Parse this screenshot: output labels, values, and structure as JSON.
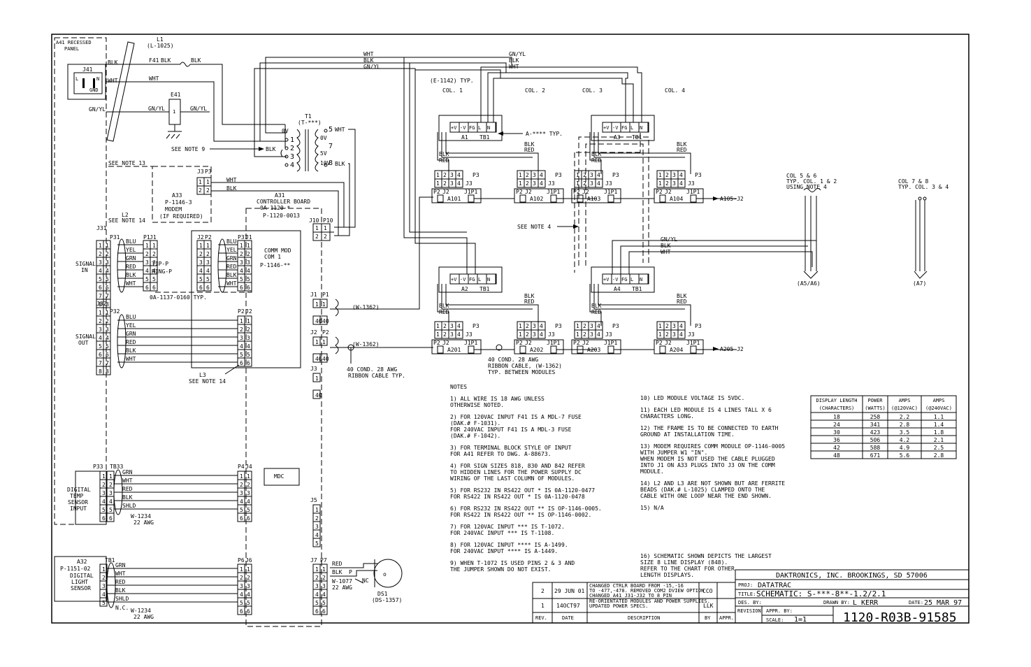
{
  "a41": {
    "title_1": "A41 RECESSED",
    "title_2": "PANEL",
    "l1": "L1",
    "l1_part": "(L-1025)",
    "j41": "J41",
    "l": "L",
    "n": "N",
    "gnd": "GND",
    "blk": "BLK",
    "wht": "WHT",
    "gnyl": "GN/YL",
    "f41": "F41",
    "e41": "E41",
    "note9": "SEE NOTE 9",
    "pin1": "1"
  },
  "transformer": {
    "name": "T1",
    "part": "(T-***)",
    "p1": "1",
    "p2": "2",
    "p3": "3",
    "p4": "4",
    "p5": "5",
    "p6": "6",
    "p7": "7",
    "p8": "8",
    "v0a": "0V",
    "v0b": "0V",
    "v5": "5V",
    "v10": "10V",
    "wht": "WHT",
    "blk": "BLK",
    "blk_in": "BLK"
  },
  "top_bus": {
    "wht": "WHT",
    "blk": "BLK",
    "gnyl": "GN/YL"
  },
  "modem": {
    "note13": "SEE NOTE 13",
    "j3": "J3",
    "p3": "P3",
    "name": "A33",
    "part": "P-1146-3",
    "label": "MODEM",
    "req": "(IF REQUIRED)",
    "wht": "WHT",
    "blk": "BLK",
    "pin1": "1",
    "pin2": "2"
  },
  "controller": {
    "name": "A31",
    "label": "CONTROLLER BOARD",
    "part_a": "0A-1120-*",
    "part_b": "P-1120-0013",
    "mdc": "MDC",
    "j10": "J10",
    "p10": "P10",
    "pin1": "1",
    "pin2": "2"
  },
  "comm_mod": {
    "label": "COMM MOD",
    "com": "COM 1",
    "part": "P-1146-**"
  },
  "signal_in": {
    "label_1": "SIGNAL",
    "label_2": "IN",
    "j31": "J31",
    "p31": "P31",
    "j1": "J1",
    "p1": "P1",
    "j2": "J2",
    "p2": "P2",
    "p31b": "P31",
    "j1b": "J1",
    "note14": "SEE NOTE 14",
    "l2": "L2",
    "wires": [
      "BLU",
      "YEL",
      "GRN",
      "RED",
      "BLK",
      "WHT"
    ],
    "tip": "TIP-P",
    "ring": "RING-P",
    "cable": "0A-1137-0160 TYP.",
    "pins": [
      "1",
      "2",
      "3",
      "4",
      "5",
      "6",
      "7",
      "8"
    ]
  },
  "signal_out": {
    "label_1": "SIGNAL",
    "label_2": "OUT",
    "j32": "J32",
    "p32": "P32",
    "p2": "P2",
    "j2": "J2",
    "wires": [
      "BLU",
      "YEL",
      "GRN",
      "RED",
      "BLK",
      "WHT"
    ],
    "l3": "L3",
    "note14": "SEE NOTE 14"
  },
  "temp_sensor": {
    "label": [
      "DIGITAL",
      "TEMP",
      "SENSOR",
      "INPUT"
    ],
    "p33": "P33",
    "tb33": "TB33",
    "p4": "P4",
    "j4": "J4",
    "wires": [
      "GRN",
      "WHT",
      "RED",
      "BLK",
      "SHLD"
    ],
    "cable": "W-1234",
    "awg": "22 AWG"
  },
  "light_sensor": {
    "name": "A32",
    "part": "P-1151-02",
    "label": [
      "DIGITAL",
      "LIGHT",
      "SENSOR"
    ],
    "tb1": "TB1",
    "p6": "P6",
    "j6": "J6",
    "wires": [
      "GRN",
      "WHT",
      "RED",
      "BLK",
      "SHLD"
    ],
    "nc": "N.C.",
    "cable": "W-1234",
    "awg": "22 AWG"
  },
  "ds1": {
    "j7": "J7",
    "p7": "P7",
    "red": "RED",
    "blk": "BLK",
    "p": "P",
    "nc": "NC",
    "cable": "W-1077",
    "awg": "22 AWG",
    "name": "DS1",
    "part": "(DS-1357)"
  },
  "ribbon": {
    "j1": "J1",
    "p1": "P1",
    "j2": "J2",
    "p2": "P2",
    "j3": "J3",
    "j5": "J5",
    "w1362": "(W-1362)",
    "w1362b": "(W-1362)",
    "pin1": "1",
    "pin40": "40",
    "cond": "40 COND. 28 AWG",
    "typ": "RIBBON CABLE TYP.",
    "between_1": "40 COND. 28 AWG",
    "between_2": "RIBBON CABLE, (W-1362)",
    "between_3": "TYP. BETWEEN MODULES"
  },
  "modules": {
    "e1142": "(E-1142) TYP.",
    "col1": "COL. 1",
    "col2": "COL. 2",
    "col3": "COL. 3",
    "col4": "COL. 4",
    "a_typ": "A-**** TYP.",
    "tb1": "TB1",
    "term": [
      "+V",
      "-V",
      "FG",
      "L",
      "N"
    ],
    "supplies": [
      "A1",
      "A2",
      "A3",
      "A4"
    ],
    "boards": [
      "A101",
      "A102",
      "A103",
      "A104",
      "A201",
      "A202",
      "A203",
      "A204"
    ],
    "p3": "P3",
    "j3": "J3",
    "p2": "P2",
    "j2": "J2",
    "j1": "J1",
    "p1": "P1",
    "pins": [
      "1",
      "2",
      "3",
      "4"
    ],
    "blk": "BLK",
    "red": "RED",
    "wht": "WHT",
    "gnyl": "GN/YL",
    "a105": "A105-J2",
    "a205": "A205-J2",
    "note4": "SEE NOTE 4"
  },
  "cols": {
    "c56_1": "COL 5 & 6",
    "c56_2": "TYP. COL. 1 & 2",
    "c56_3": "USING NOTE 4",
    "a56": "(A5/A6)",
    "c78_1": "COL 7 & 8",
    "c78_2": "TYP. COL. 3 & 4",
    "a7": "(A7)",
    "gnyl": "GN/YL",
    "blk": "BLK",
    "wht": "WHT"
  },
  "notes_left": [
    "NOTES",
    "1) ALL WIRE IS 18 AWG UNLESS",
    "   OTHERWISE NOTED.",
    "2) FOR 120VAC INPUT F41 IS A MDL-7 FUSE",
    "   (DAK.# F-1031).",
    "   FOR 240VAC INPUT F41 IS A MDL-3 FUSE",
    "   (DAK.# F-1042).",
    "3) FOR TERMINAL BLOCK STYLE OF INPUT",
    "   FOR A41 REFER TO DWG. A-88673.",
    "4) FOR SIGN SIZES 818, 830 AND 842 REFER",
    "   TO HIDDEN LINES FOR THE POWER SUPPLY DC",
    "   WIRING OF THE LAST COLUMN OF MODULES.",
    "5) FOR RS232 IN RS422 OUT * IS 0A-1120-0477",
    "   FOR RS422 IN RS422 OUT * IS 0A-1120-0478",
    "6) FOR RS232 IN RS422 OUT ** IS OP-1146-0005.",
    "   FOR RS422 IN RS422 OUT ** IS OP-1146-0002.",
    "7) FOR 120VAC INPUT *** IS T-1072.",
    "   FOR 240VAC INPUT *** IS T-1108.",
    "8) FOR 120VAC INPUT **** IS A-1499.",
    "   FOR 240VAC INPUT **** IS A-1449.",
    "9) WHEN T-1072 IS USED PINS 2 & 3 AND",
    "   THE JUMPER SHOWN DO NOT EXIST."
  ],
  "notes_right": [
    "10) LED MODULE VOLTAGE IS 5VDC.",
    "11) EACH LED MODULE IS 4 LINES TALL X 6",
    "    CHARACTERS LONG.",
    "12) THE FRAME IS TO BE CONNECTED TO EARTH",
    "    GROUND AT INSTALLATION TIME.",
    "13) MODEM REQUIRES COMM MODULE OP-1146-0005",
    "    WITH JUMPER W1 \"IN\".",
    "    WHEN MODEM IS NOT USED THE CABLE PLUGGED",
    "    INTO J1 ON A33 PLUGS INTO J3 ON THE COMM",
    "    MODULE.",
    "14) L2 AND L3 ARE NOT SHOWN BUT ARE FERRITE",
    "    BEADS (DAK.# L-1025) CLAMPED ONTO THE",
    "    CABLE WITH ONE LOOP NEAR THE END SHOWN.",
    "15) N/A",
    "16) SCHEMATIC SHOWN DEPICTS THE LARGEST",
    "    SIZE 8 LINE DISPLAY (848).",
    "    REFER TO THE CHART FOR OTHER",
    "    LENGTH DISPLAYS."
  ],
  "table": {
    "headers_1": [
      "DISPLAY LENGTH",
      "POWER",
      "AMPS",
      "AMPS"
    ],
    "headers_2": [
      "(CHARACTERS)",
      "(WATTS)",
      "(@120VAC)",
      "(@240VAC)"
    ],
    "rows": [
      [
        "18",
        "258",
        "2.2",
        "1.1"
      ],
      [
        "24",
        "341",
        "2.8",
        "1.4"
      ],
      [
        "30",
        "423",
        "3.5",
        "1.8"
      ],
      [
        "36",
        "506",
        "4.2",
        "2.1"
      ],
      [
        "42",
        "588",
        "4.9",
        "2.5"
      ],
      [
        "48",
        "671",
        "5.6",
        "2.8"
      ]
    ]
  },
  "revisions": {
    "rows": [
      {
        "rev": "2",
        "date": "29 JUN 01",
        "desc": [
          "CHANGED CTRLR BOARD FROM -15,-16",
          "TO -477,-478. REMOVED COM2 DVIEW OPTION",
          "CHANGED A41 J31-J32 TO 8 PIN"
        ],
        "by": "CCO"
      },
      {
        "rev": "1",
        "date": "14OCT97",
        "desc": [
          "RE-ORIENTATED MODULES AND POWER SUPPLIES.",
          "UPDATED POWER SPECS."
        ],
        "by": "LLK"
      }
    ],
    "cols": [
      "REV.",
      "DATE",
      "DESCRIPTION",
      "BY",
      "APPR."
    ]
  },
  "title_block": {
    "company": "DAKTRONICS, INC.  BROOKINGS, SD 57006",
    "proj_lbl": "PROJ:",
    "proj": "DATATRAC",
    "title_lbl": "TITLE:",
    "title": "SCHEMATIC: S-***-8**-1.2/2.1",
    "des_lbl": "DES. BY:",
    "drawn_lbl": "DRAWN BY:",
    "drawn": "L KERR",
    "date_lbl": "DATE:",
    "date": "25 MAR 97",
    "revision": "REVISION",
    "appr_lbl": "APPR. BY:",
    "scale_lbl": "SCALE:",
    "scale": "1=1",
    "dwg": "1120-R03B-91585"
  }
}
